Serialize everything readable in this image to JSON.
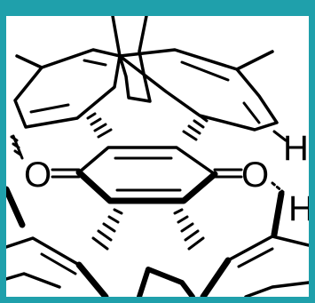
{
  "colors": {
    "frame": "#1fa0ab",
    "background": "#ffffff",
    "ink": "#000000"
  },
  "atoms": {
    "oxygen_left": "O",
    "oxygen_right": "O",
    "hydrogen_upper": "H",
    "hydrogen_lower": "H"
  }
}
